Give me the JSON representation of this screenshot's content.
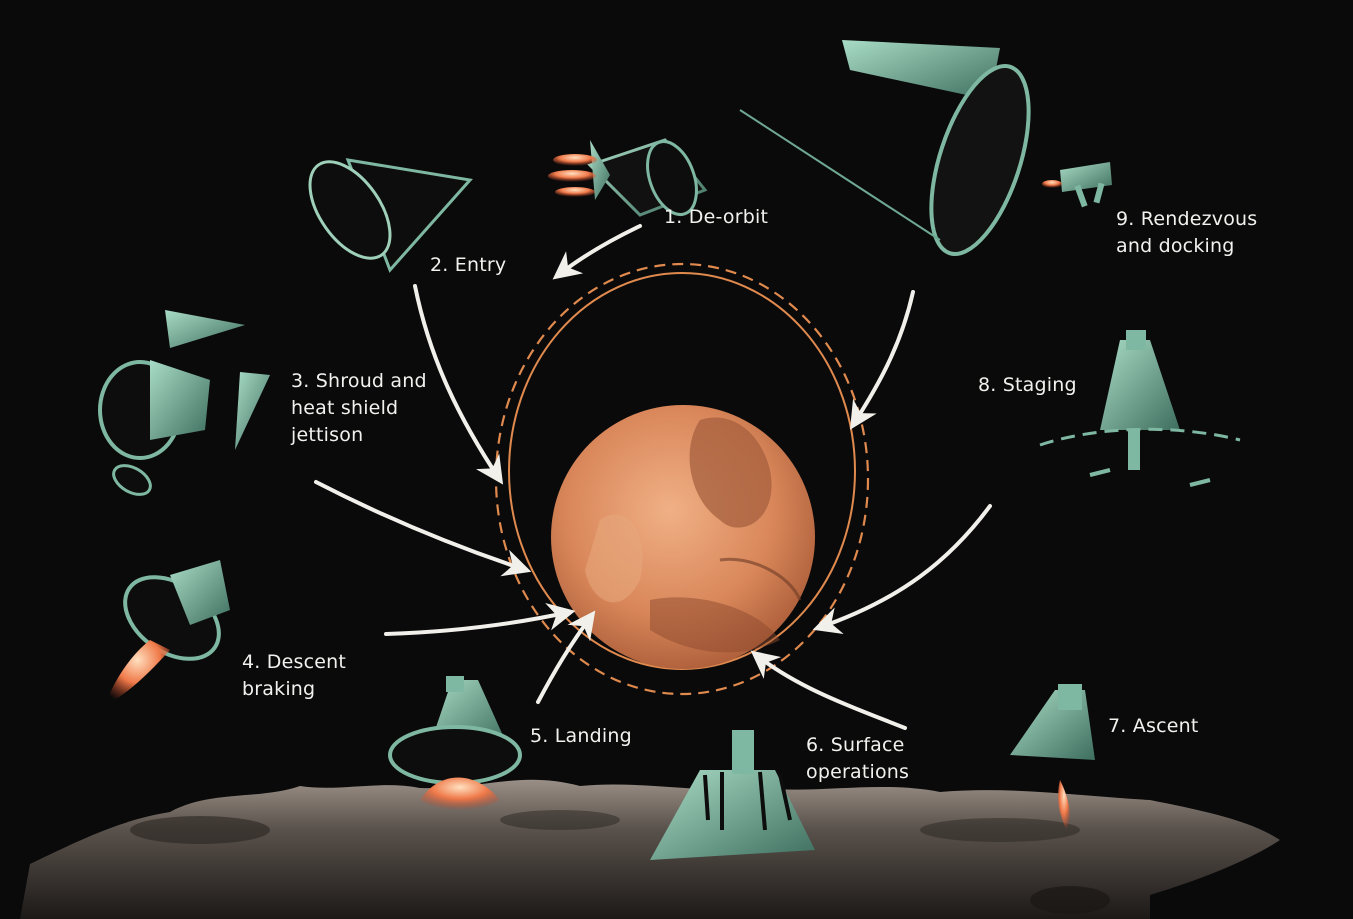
{
  "colors": {
    "background": "#0a0a0b",
    "planet": "#d9875a",
    "orbit": "#e08a4e",
    "arrow": "#f2f0ea",
    "spacecraft": "#7fb8a2",
    "engine_flame": "#f07a4a",
    "label_text": "#f1f1ee"
  },
  "steps": [
    {
      "id": "deorbit",
      "lines": [
        "1. De-orbit"
      ]
    },
    {
      "id": "entry",
      "lines": [
        "2. Entry"
      ]
    },
    {
      "id": "shroud",
      "lines": [
        "3. Shroud and",
        "heat shield",
        "jettison"
      ]
    },
    {
      "id": "descent",
      "lines": [
        "4. Descent",
        "braking"
      ]
    },
    {
      "id": "landing",
      "lines": [
        "5. Landing"
      ]
    },
    {
      "id": "surface",
      "lines": [
        "6. Surface",
        "operations"
      ]
    },
    {
      "id": "ascent",
      "lines": [
        "7. Ascent"
      ]
    },
    {
      "id": "staging",
      "lines": [
        "8. Staging"
      ]
    },
    {
      "id": "rendezvous",
      "lines": [
        "9. Rendezvous",
        "and docking"
      ]
    }
  ],
  "icons": [
    "planet-icon",
    "capsule-icon",
    "lander-icon",
    "orbital-vehicle-icon",
    "flame-icon"
  ]
}
